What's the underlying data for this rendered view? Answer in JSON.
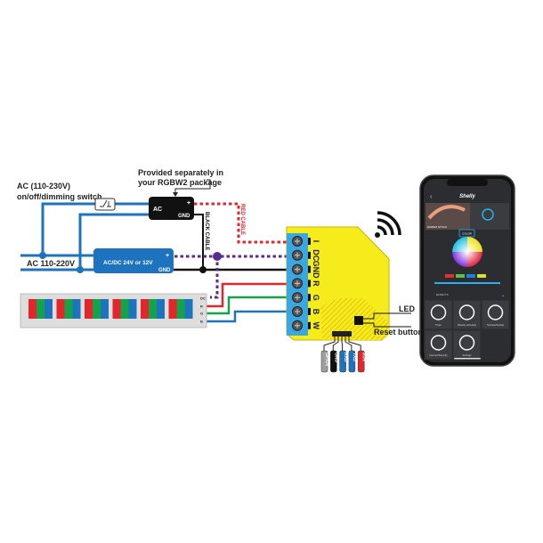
{
  "notes": {
    "provided_line1": "Provided separately in",
    "provided_line2": "your RGBW2 package",
    "switch_line1": "AC (110-230V)",
    "switch_line2": "on/off/dimming switch",
    "mains": "AC 110-220V",
    "red_cable": "RED CABLE",
    "black_cable": "BLACK CABLE",
    "led": "LED",
    "reset": "Reset button"
  },
  "ac_adapter": {
    "ac": "AC",
    "plus": "+",
    "gnd": "GND"
  },
  "psu": {
    "label": "AC/DC 24V or 12V",
    "plus": "+",
    "gnd": "GND"
  },
  "terminals": [
    "I",
    "DC",
    "GND",
    "R",
    "G",
    "B",
    "W"
  ],
  "strip_pins": [
    "DC",
    "R",
    "G",
    "B"
  ],
  "header_pins": [
    {
      "label": "GPIO0",
      "color": "#9e9e9e"
    },
    {
      "label": "GND",
      "color": "#111111"
    },
    {
      "label": "RXD",
      "color": "#1e73be"
    },
    {
      "label": "TXD",
      "color": "#1e73be"
    },
    {
      "label": "3.3V",
      "color": "#e3262c"
    }
  ],
  "colors": {
    "mains_wire": "#1e73be",
    "red_wire": "#e3262c",
    "green_wire": "#15a34a",
    "blue_wire": "#1e73be",
    "purple_wire": "#5b2a8c",
    "module": "#f7ec1b",
    "terminal_block": "#3aa7e0"
  },
  "phone": {
    "app_name": "Shelly",
    "device_name": "RGBW2 STOCK",
    "mode": "COLOR",
    "effects": "EFFECTS",
    "tiles": [
      "Timer",
      "Weekly schedule",
      "Sunrise/Sunset",
      "Internet/Security",
      "Settings"
    ]
  }
}
